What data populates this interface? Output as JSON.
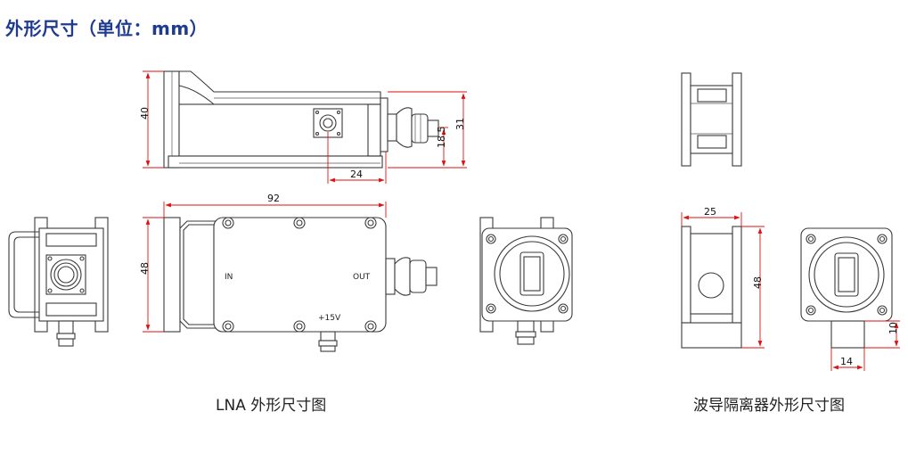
{
  "title": "外形尺寸（单位：mm）",
  "captions": {
    "lna": "LNA 外形尺寸图",
    "isolator": "波导隔离器外形尺寸图"
  },
  "dimensions": {
    "lna_side_height": "40",
    "lna_side_31": "31",
    "lna_side_18_5": "18.5",
    "lna_side_24": "24",
    "lna_top_length": "92",
    "lna_top_width": "48",
    "iso_width": "25",
    "iso_height": "48",
    "iso_10": "10",
    "iso_14": "14"
  },
  "labels": {
    "in": "IN",
    "out": "OUT",
    "power": "+15V"
  },
  "colors": {
    "title": "#1f3b8f",
    "dimension_line": "#dd1111",
    "outline": "#3a3a3a"
  }
}
